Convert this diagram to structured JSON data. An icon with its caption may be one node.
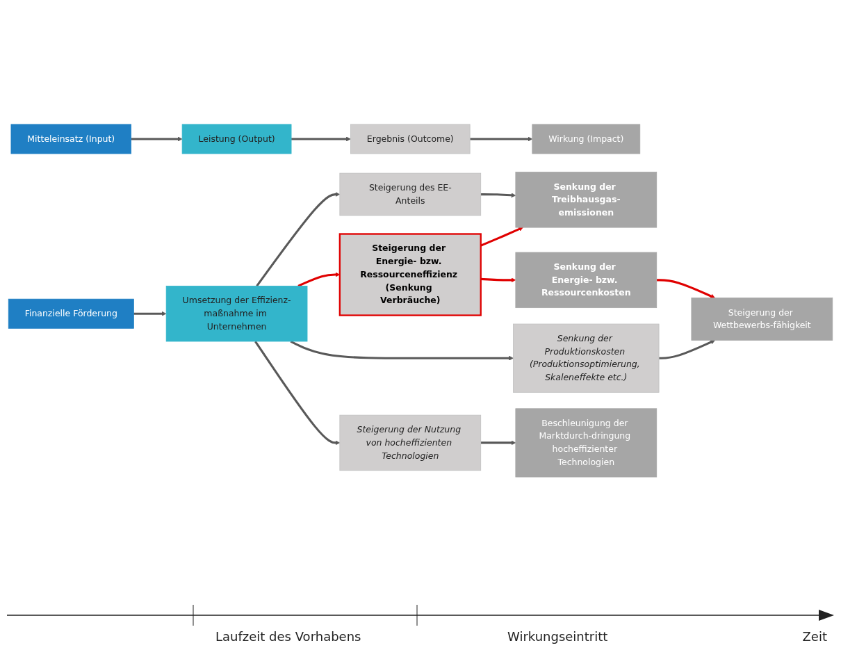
{
  "diagram": {
    "nodes": [
      {
        "text": [
          "Mitteleinsatz (Input)"
        ]
      },
      {
        "text": [
          "Leistung (Output)"
        ]
      },
      {
        "text": [
          "Ergebnis (Outcome)"
        ]
      },
      {
        "text": [
          "Wirkung (Impact)"
        ]
      },
      {
        "text": [
          "Finanzielle Förderung"
        ]
      },
      {
        "text": [
          "Umsetzung der Effizienz-maßnahme im Unternehmen"
        ]
      },
      {
        "text": [
          "Steigerung des EE-Anteils"
        ]
      },
      {
        "text": [
          "Steigerung der Energie- bzw. Ressourceneffizienz (Senkung Verbräuche)"
        ]
      },
      {
        "text": [
          "Senkung der Produktionskosten (Produktionsoptimierung, Skaleneffekte etc.)"
        ]
      },
      {
        "text": [
          "Steigerung der Nutzung von hocheffizienten Technologien"
        ]
      },
      {
        "text": [
          "Senkung der Treibhausgas-emissionen"
        ]
      },
      {
        "text": [
          "Senkung der Energie- bzw. Ressourcenkosten"
        ]
      },
      {
        "text": [
          "Steigerung der Wettbewerbs-fähigkeit"
        ]
      },
      {
        "text": [
          "Beschleunigung der Marktdurch-dringung hocheffizienter Technologien"
        ]
      }
    ],
    "edges": [
      {
        "from": 0,
        "to": 1,
        "arrow": "to"
      },
      {
        "from": 1,
        "to": 2,
        "arrow": "to"
      },
      {
        "from": 2,
        "to": 3,
        "arrow": "to"
      },
      {
        "from": 4,
        "to": 5,
        "arrow": "to"
      },
      {
        "from": 5,
        "to": 6,
        "arrow": "to"
      },
      {
        "from": 5,
        "to": 7,
        "arrow": "to",
        "color": "#e00000"
      },
      {
        "from": 5,
        "to": 8,
        "arrow": "to"
      },
      {
        "from": 5,
        "to": 9,
        "arrow": "to"
      },
      {
        "from": 6,
        "to": 10,
        "arrow": "to"
      },
      {
        "from": 7,
        "to": 10,
        "arrow": "to",
        "color": "#e00000"
      },
      {
        "from": 7,
        "to": 11,
        "arrow": "to",
        "color": "#e00000"
      },
      {
        "from": 11,
        "to": 12,
        "arrow": "to",
        "color": "#e00000"
      },
      {
        "from": 8,
        "to": 12,
        "arrow": "to"
      },
      {
        "from": 9,
        "to": 13,
        "arrow": "to"
      }
    ],
    "labels": [
      "Laufzeit des Vorhabens",
      "Wirkungseintritt",
      "Zeit"
    ]
  }
}
